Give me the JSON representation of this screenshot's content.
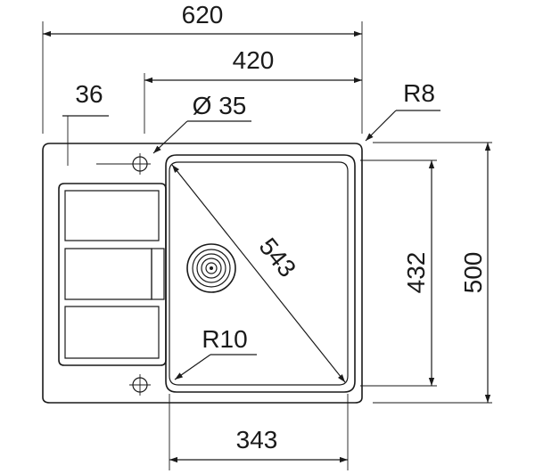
{
  "dimensions": {
    "overall_width": "620",
    "bowl_span": "420",
    "offset_left": "36",
    "tap_hole": "Ø 35",
    "corner_radius_outer": "R8",
    "overall_depth": "500",
    "bowl_depth": "432",
    "diagonal": "543",
    "corner_radius_bowl": "R10",
    "bowl_width": "343"
  }
}
